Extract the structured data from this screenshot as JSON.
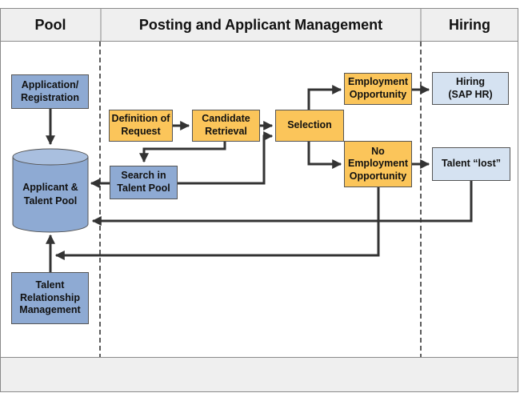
{
  "lanes": {
    "pool": "Pool",
    "posting": "Posting and Applicant Management",
    "hiring": "Hiring"
  },
  "nodes": {
    "application_registration": "Application/\nRegistration",
    "applicant_talent_pool": "Applicant &\nTalent Pool",
    "talent_relationship_management": "Talent\nRelationship\nManagement",
    "definition_of_request": "Definition of\nRequest",
    "candidate_retrieval": "Candidate\nRetrieval",
    "search_in_talent_pool": "Search in\nTalent Pool",
    "selection": "Selection",
    "employment_opportunity": "Employment\nOpportunity",
    "no_employment_opportunity": "No\nEmployment\nOpportunity",
    "hiring_sap_hr": "Hiring\n(SAP HR)",
    "talent_lost": "Talent “lost”"
  },
  "colors": {
    "pool_box": "#8eaad3",
    "process_box": "#fbc55a",
    "hiring_box": "#d5e2f1",
    "header_bg": "#efefef",
    "arrow": "#333333"
  }
}
